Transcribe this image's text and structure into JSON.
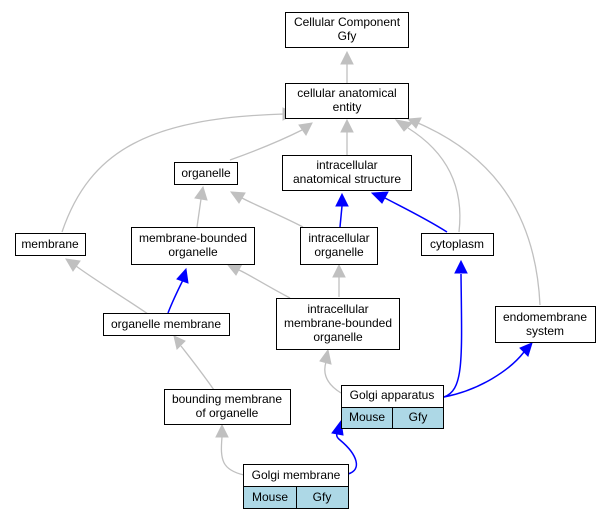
{
  "nodes": {
    "cc_gfy": [
      "Cellular Component",
      "Gfy"
    ],
    "cae": [
      "cellular anatomical",
      "entity"
    ],
    "organelle": [
      "organelle"
    ],
    "ias": [
      "intracellular",
      "anatomical structure"
    ],
    "membrane": [
      "membrane"
    ],
    "mbo": [
      "membrane-bounded",
      "organelle"
    ],
    "io": [
      "intracellular",
      "organelle"
    ],
    "cytoplasm": [
      "cytoplasm"
    ],
    "om": [
      "organelle membrane"
    ],
    "imbo": [
      "intracellular",
      "membrane-bounded",
      "organelle"
    ],
    "es": [
      "endomembrane",
      "system"
    ],
    "bmo": [
      "bounding membrane",
      "of organelle"
    ],
    "golgi_app": [
      "Golgi apparatus"
    ],
    "golgi_mem": [
      "Golgi membrane"
    ]
  },
  "tables": {
    "golgi_app": [
      "Mouse",
      "Gfy"
    ],
    "golgi_mem": [
      "Mouse",
      "Gfy"
    ]
  },
  "colors": {
    "node_fill": "#ffffff",
    "table_cell_fill": "#add8e6",
    "edge_regular": "#c0c0c0",
    "edge_highlight": "#0000ff"
  }
}
